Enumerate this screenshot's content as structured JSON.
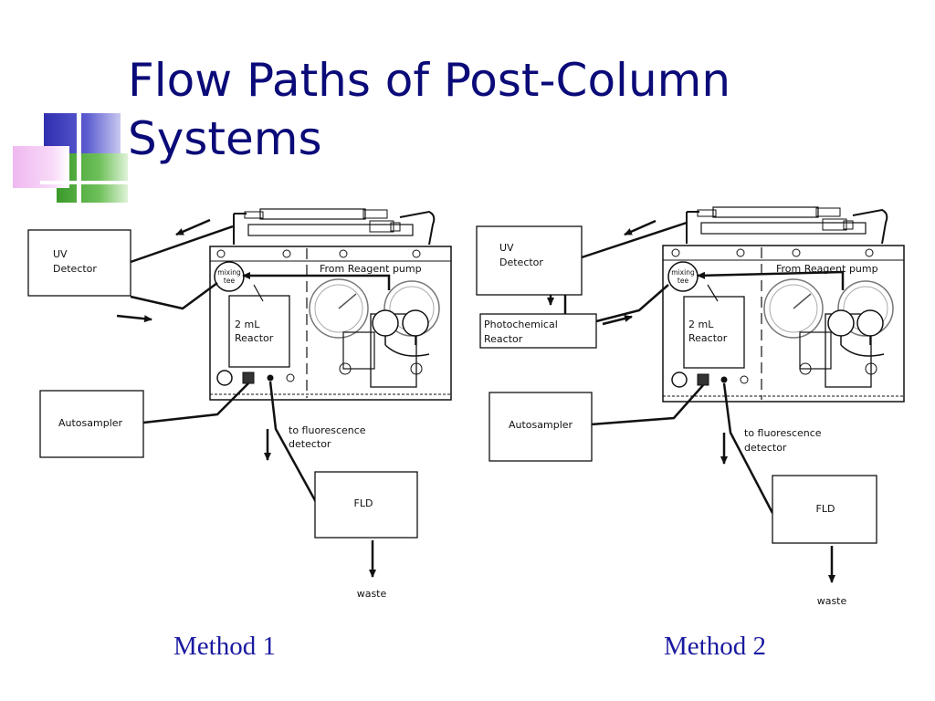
{
  "slide": {
    "title": "Flow Paths of Post-Column Systems"
  },
  "method1": {
    "caption": "Method 1",
    "uv_detector": [
      "UV",
      "Detector"
    ],
    "autosampler": "Autosampler",
    "mixing_tee": [
      "mixing",
      "tee"
    ],
    "from_reagent_pump": "From Reagent pump",
    "reactor": [
      "2 mL",
      "Reactor"
    ],
    "to_fluorescence_detector": [
      "to fluorescence",
      "detector"
    ],
    "fld": "FLD",
    "waste": "waste"
  },
  "method2": {
    "caption": "Method 2",
    "uv_detector": [
      "UV",
      "Detector"
    ],
    "photochemical_reactor": [
      "Photochemical",
      "Reactor"
    ],
    "autosampler": "Autosampler",
    "mixing_tee": [
      "mixing",
      "tee"
    ],
    "from_reagent_pump": "From Reagent pump",
    "reactor": [
      "2 mL",
      "Reactor"
    ],
    "to_fluorescence_detector": [
      "to fluorescence",
      "detector"
    ],
    "fld": "FLD",
    "waste": "waste"
  }
}
